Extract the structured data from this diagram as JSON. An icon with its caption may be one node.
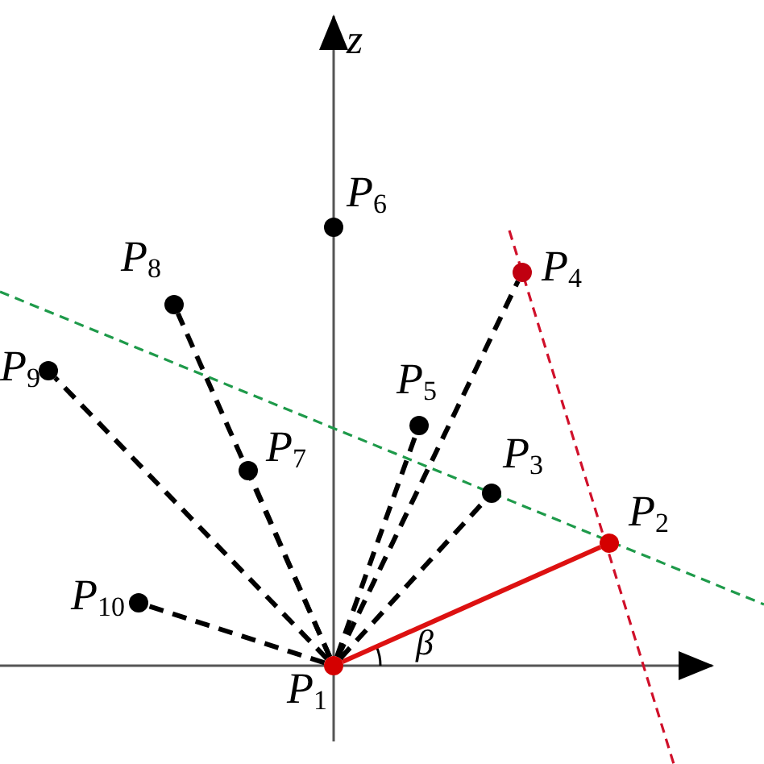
{
  "diagram": {
    "nodes": [
      {
        "text": [],
        "shape": "circle",
        "beside": [
          "*P*$_{1}$"
        ]
      },
      {
        "text": [],
        "shape": "circle",
        "beside": [
          "*P*$_{2}$"
        ]
      },
      {
        "text": [],
        "shape": "circle",
        "beside": [
          "*P*$_{3}$"
        ]
      },
      {
        "text": [],
        "shape": "circle",
        "beside": [
          "*P*$_{4}$"
        ]
      },
      {
        "text": [],
        "shape": "circle",
        "beside": [
          "*P*$_{5}$"
        ]
      },
      {
        "text": [],
        "shape": "circle",
        "beside": [
          "*P*$_{6}$"
        ]
      },
      {
        "text": [],
        "shape": "circle",
        "beside": [
          "*P*$_{7}$"
        ]
      },
      {
        "text": [],
        "shape": "circle",
        "beside": [
          "*P*$_{8}$"
        ]
      },
      {
        "text": [],
        "shape": "circle",
        "beside": [
          "*P*$_{9}$"
        ]
      },
      {
        "text": [],
        "shape": "circle",
        "beside": [
          "*P*$_{10}$"
        ]
      }
    ],
    "edges": [
      {
        "from": 0,
        "to": 1,
        "arrow": "none",
        "color": "#dd1111"
      },
      {
        "from": 0,
        "to": 2,
        "arrow": "none",
        "style": "dashed"
      },
      {
        "from": 0,
        "to": 3,
        "arrow": "none",
        "style": "dashed"
      },
      {
        "from": 0,
        "to": 4,
        "arrow": "none",
        "style": "dashed"
      },
      {
        "from": 0,
        "to": 6,
        "arrow": "none",
        "style": "dashed"
      },
      {
        "from": 0,
        "to": 7,
        "arrow": "none",
        "style": "dashed"
      },
      {
        "from": 0,
        "to": 8,
        "arrow": "none",
        "style": "dashed"
      },
      {
        "from": 0,
        "to": 9,
        "arrow": "none",
        "style": "dashed"
      }
    ],
    "labels": [
      "z",
      "β"
    ]
  }
}
